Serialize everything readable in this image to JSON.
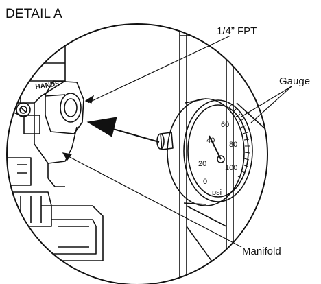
{
  "detail": {
    "title": "DETAIL A"
  },
  "callouts": {
    "fpt": "1/4” FPT",
    "gauge": "Gauge",
    "manifold": "Manifold"
  },
  "gauge_face": {
    "ticks": [
      "0",
      "20",
      "40",
      "60",
      "80",
      "100"
    ],
    "unit": "psi"
  },
  "part_marking": "HANDS",
  "colors": {
    "line": "#111111",
    "background": "#ffffff"
  }
}
